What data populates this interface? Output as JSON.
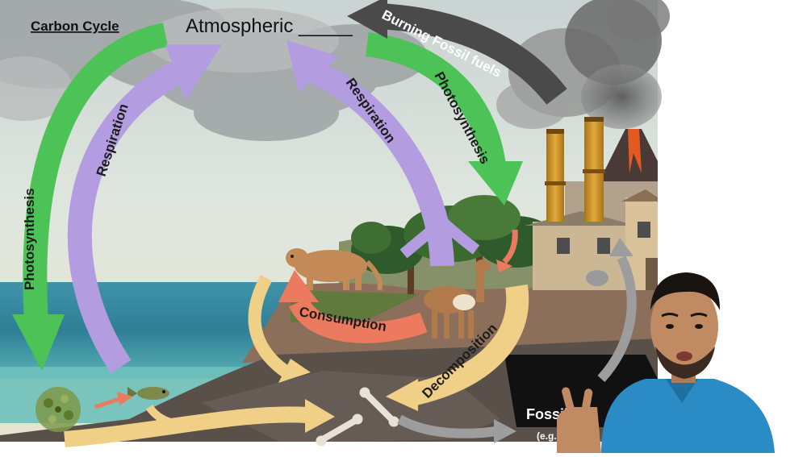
{
  "diagram": {
    "title": "Carbon Cycle",
    "atmosphere_label": "Atmospheric _____",
    "fossil_label_partial": "Fossil fu",
    "fossil_example_partial": "(e.g."
  },
  "arrows": {
    "photosynthesis_left": "Photosynthesis",
    "respiration_left": "Respiration",
    "respiration_center": "Respiration",
    "photosynthesis_right": "Photosynthesis",
    "burning_fossil_fuels": "Burning Fossil fuels",
    "consumption": "Consumption",
    "decomposition": "Decomposition"
  },
  "colors": {
    "photosynthesis": "#4cc257",
    "respiration": "#b39ce0",
    "burning": "#4a4a4a",
    "consumption": "#ec7a5e",
    "decomposition": "#f0cf86",
    "fossil_flow": "#9d9d9d"
  },
  "icons": [
    "cloud-icon",
    "factory-icon",
    "volcano-icon",
    "tree-icon",
    "cougar-icon",
    "llama-icon",
    "fish-icon",
    "phytoplankton-icon",
    "bone-icon",
    "presenter-avatar"
  ]
}
